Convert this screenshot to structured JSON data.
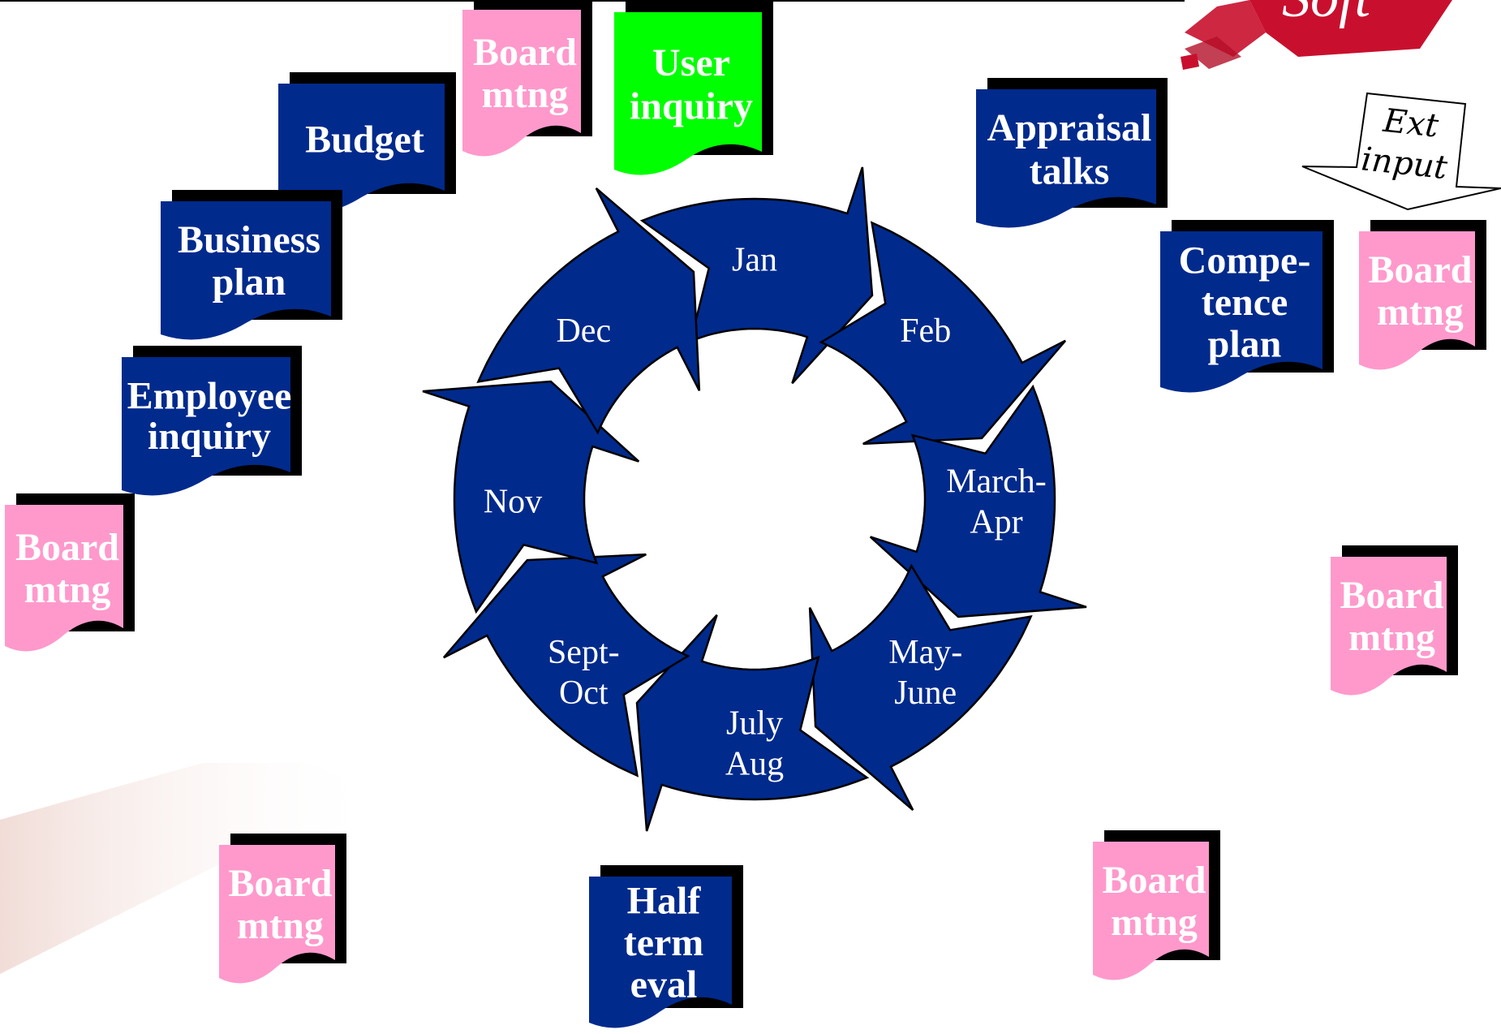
{
  "colors": {
    "navy": "#002A8C",
    "pink": "#FF99CC",
    "green": "#00FF00",
    "shadow": "#000000",
    "logo_red": "#C8102E"
  },
  "logo": {
    "text": "Soft"
  },
  "ring": {
    "segments": [
      "Jan",
      "Feb",
      "March-\nApr",
      "May-\nJune",
      "July\nAug",
      "Sept-\nOct",
      "Nov",
      "Dec"
    ]
  },
  "documents": {
    "board_top": "Board\nmtng",
    "user_inquiry": "User\ninquiry",
    "budget": "Budget",
    "business_plan": "Business\nplan",
    "employee_inquiry": "Employee\ninquiry",
    "board_left": "Board\nmtng",
    "appraisal_talks": "Appraisal\ntalks",
    "competence_plan": "Compe-\ntence\nplan",
    "board_right_upper": "Board\nmtng",
    "board_right_middle": "Board\nmtng",
    "board_bottom_right": "Board\nmtng",
    "board_bottom_left": "Board\nmtng",
    "half_term_eval": "Half\nterm\neval"
  },
  "ext_input": {
    "label": "Ext\ninput"
  }
}
